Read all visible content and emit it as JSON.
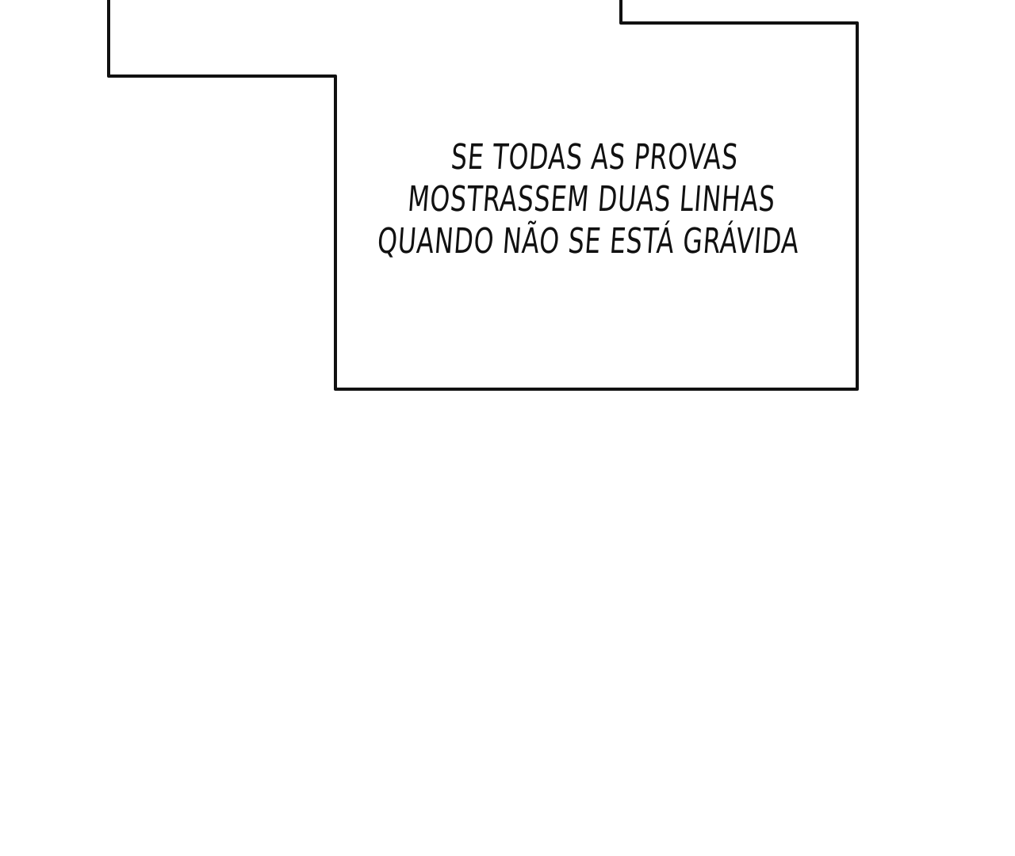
{
  "caption": {
    "lines": [
      "SE TODAS AS PROVAS",
      "MOSTRASSEM DUAS LINHAS",
      "QUANDO NÃO SE ESTÁ GRÁVIDA"
    ]
  },
  "colors": {
    "ink": "#111111",
    "background": "#ffffff"
  }
}
